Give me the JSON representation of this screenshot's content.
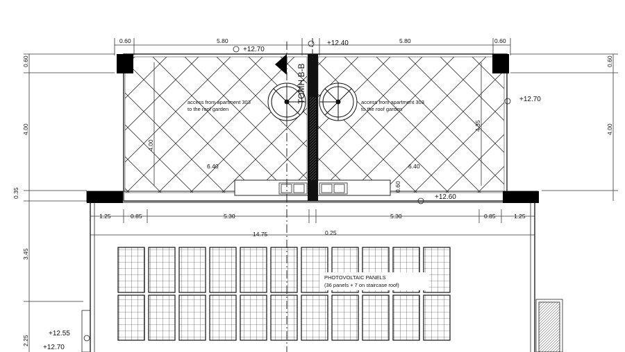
{
  "dimensions": {
    "top_left_edge": "0.60",
    "top_left_span": "5.80",
    "top_right_span": "5.80",
    "top_right_edge": "0.60",
    "left_top_edge": "0.60",
    "left_depth": "4.00",
    "left_gap": "0.35",
    "left_lower": "3.45",
    "left_bottom": "2.25",
    "right_top_edge": "0.60",
    "right_depth": "4.00",
    "inner_width_left": "6.40",
    "inner_width_right": "6.40",
    "inner_depth_left": "4.00",
    "inner_depth_right": "4.35",
    "small_060": "0.60",
    "bottom_125_left": "1.25",
    "bottom_085_left": "0.85",
    "bottom_530_left": "5.30",
    "bottom_530_right": "5.30",
    "bottom_085_right": "0.85",
    "bottom_125_right": "1.25",
    "overall": "14.75",
    "wall_025": "0.25"
  },
  "levels": {
    "top_left": "+12.70",
    "top_center": "+12.40",
    "right_mid": "+12.70",
    "inner_right": "+12.60",
    "bottom_a": "+12.55",
    "bottom_b": "+12.70"
  },
  "notes": {
    "access_left_1": "access from apartment 303",
    "access_left_2": "to the roof garden",
    "access_right_1": "access from apartment 303",
    "access_right_2": "to the roof garden",
    "section": "TOMH B-B",
    "pv_title": "PHOTOVOLTAIC PANELS",
    "pv_sub": "(36 panels + 7 on staircase roof)"
  },
  "pv_panels": {
    "columns": 11,
    "rows": 2
  }
}
